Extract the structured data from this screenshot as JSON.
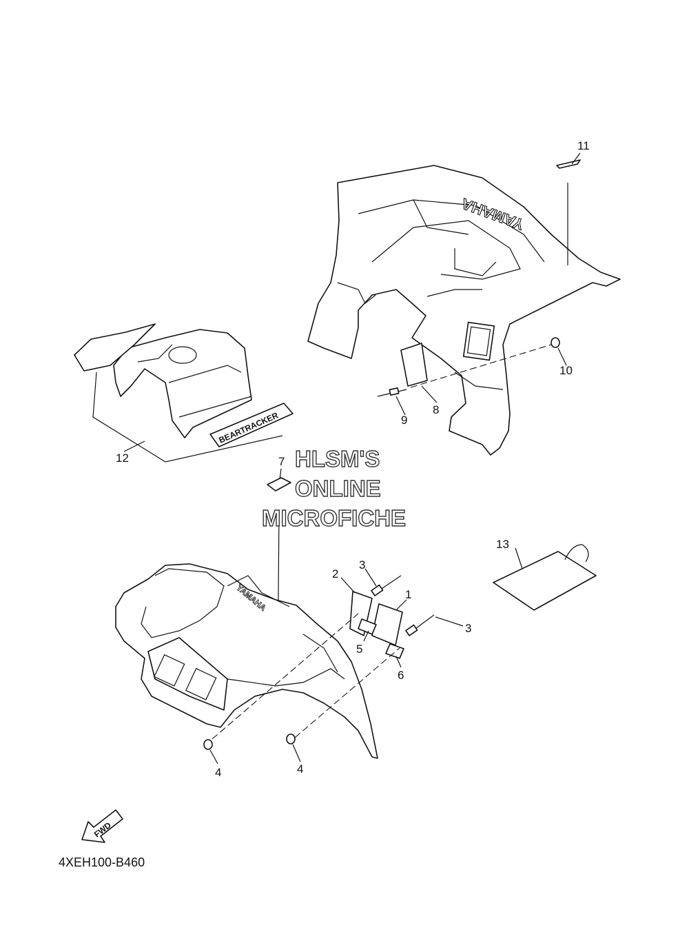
{
  "diagram_code": "4XEH100-B460",
  "watermark": [
    "HLSM'S",
    "ONLINE",
    "MICROFICHE"
  ],
  "fwd_label": "FWD",
  "brand_text": "YAMAHA",
  "decal_text": "BEARTRACKER",
  "callouts": {
    "c1": "1",
    "c2": "2",
    "c3a": "3",
    "c3b": "3",
    "c4a": "4",
    "c4b": "4",
    "c5": "5",
    "c6": "6",
    "c7": "7",
    "c8": "8",
    "c9": "9",
    "c10": "10",
    "c11": "11",
    "c12": "12",
    "c13": "13"
  }
}
